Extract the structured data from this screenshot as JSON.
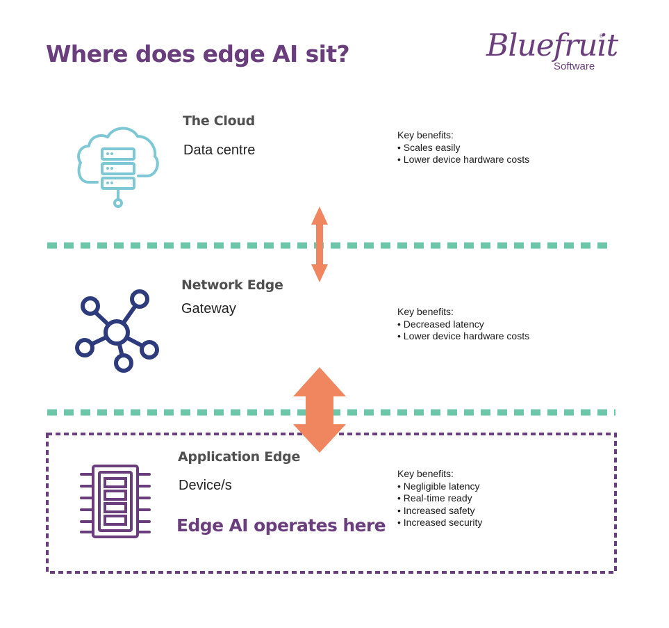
{
  "title": "Where does edge AI sit?",
  "logo": {
    "script": "Bluefruit",
    "registered": "®",
    "sub": "Software"
  },
  "colors": {
    "title": "#6a3d7c",
    "cloud_icon": "#7ec8d6",
    "network_icon": "#2d3b7c",
    "chip_icon": "#6a3d7c",
    "dashed_divider": "#6cc6a7",
    "arrow": "#ef8660",
    "device_box": "#6a3d7c"
  },
  "tiers": [
    {
      "name": "The Cloud",
      "subtitle": "Data centre",
      "icon": "cloud-server-icon",
      "benefits_title": "Key benefits:",
      "benefits": [
        "• Scales easily",
        "• Lower device hardware costs"
      ]
    },
    {
      "name": "Network Edge",
      "subtitle": "Gateway",
      "icon": "network-hub-icon",
      "benefits_title": "Key benefits:",
      "benefits": [
        "• Decreased latency",
        "• Lower device hardware costs"
      ]
    },
    {
      "name": "Application Edge",
      "subtitle": "Device/s",
      "icon": "microchip-icon",
      "benefits_title": "Key benefits:",
      "benefits": [
        "• Negligible latency",
        "• Real-time ready",
        "• Increased safety",
        "• Increased security"
      ]
    }
  ],
  "highlight": "Edge AI operates here"
}
